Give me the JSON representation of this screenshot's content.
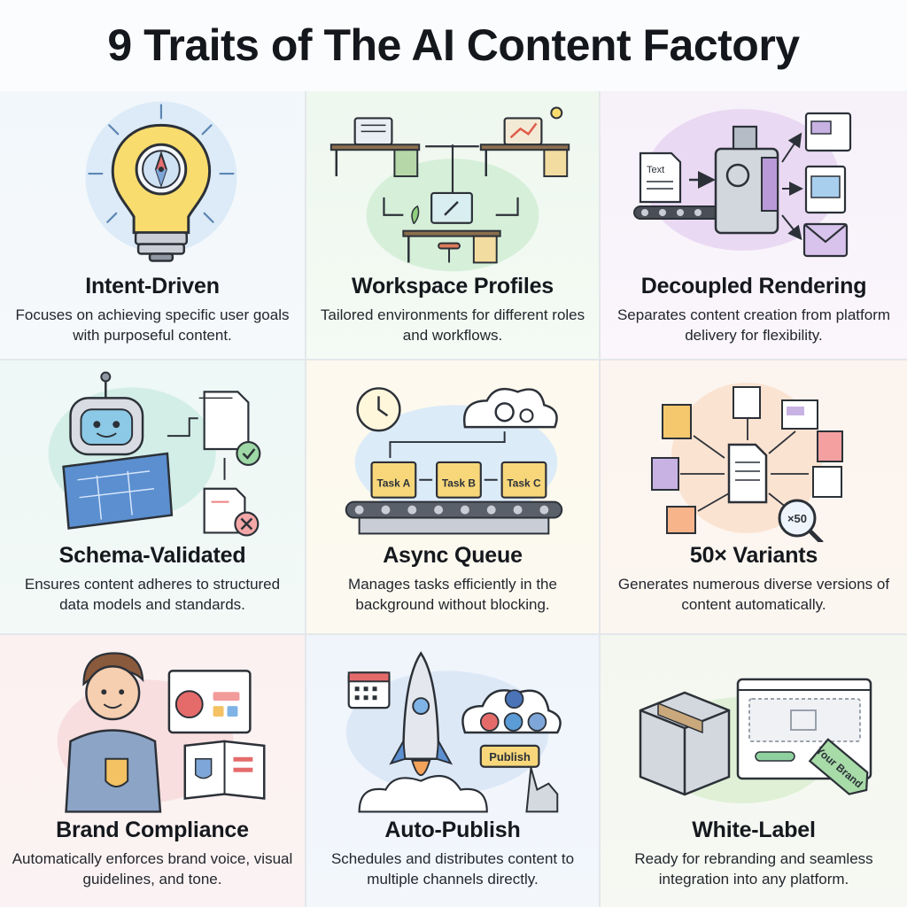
{
  "title": "9 Traits of The AI Content Factory",
  "traits": [
    {
      "title": "Intent-Driven",
      "desc": "Focuses on achieving specific user goals with purposeful content.",
      "icon": "lightbulb-compass-icon"
    },
    {
      "title": "Workspace Profiles",
      "desc": "Tailored environments for different roles and workflows.",
      "icon": "workstations-icon"
    },
    {
      "title": "Decoupled Rendering",
      "desc": "Separates content creation from platform delivery for flexibility.",
      "icon": "rendering-machine-icon"
    },
    {
      "title": "Schema-Validated",
      "desc": "Ensures content adheres to structured data models and standards.",
      "icon": "robot-blueprint-icon"
    },
    {
      "title": "Async Queue",
      "desc": "Manages tasks efficiently in the background without blocking.",
      "icon": "task-conveyor-icon"
    },
    {
      "title": "50× Variants",
      "desc": "Generates numerous diverse versions of content automatically.",
      "icon": "variants-burst-icon"
    },
    {
      "title": "Brand Compliance",
      "desc": "Automatically enforces brand voice, visual guidelines, and tone.",
      "icon": "brand-officer-icon"
    },
    {
      "title": "Auto-Publish",
      "desc": "Schedules and distributes content to multiple channels directly.",
      "icon": "rocket-publish-icon"
    },
    {
      "title": "White-Label",
      "desc": "Ready for rebranding and seamless integration into any platform.",
      "icon": "box-browser-tag-icon"
    }
  ],
  "art_labels": {
    "text_doc": "Text",
    "task_a": "Task A",
    "task_b": "Task B",
    "task_c": "Task C",
    "variants_badge": "×50",
    "publish_button": "Publish",
    "tag": "Your Brand"
  },
  "colors": {
    "outline": "#2c3138",
    "yellow": "#f7dc6f",
    "blue": "#7fb3e6",
    "green": "#8fd19e",
    "purple": "#b99ad8",
    "red": "#ef8080"
  }
}
